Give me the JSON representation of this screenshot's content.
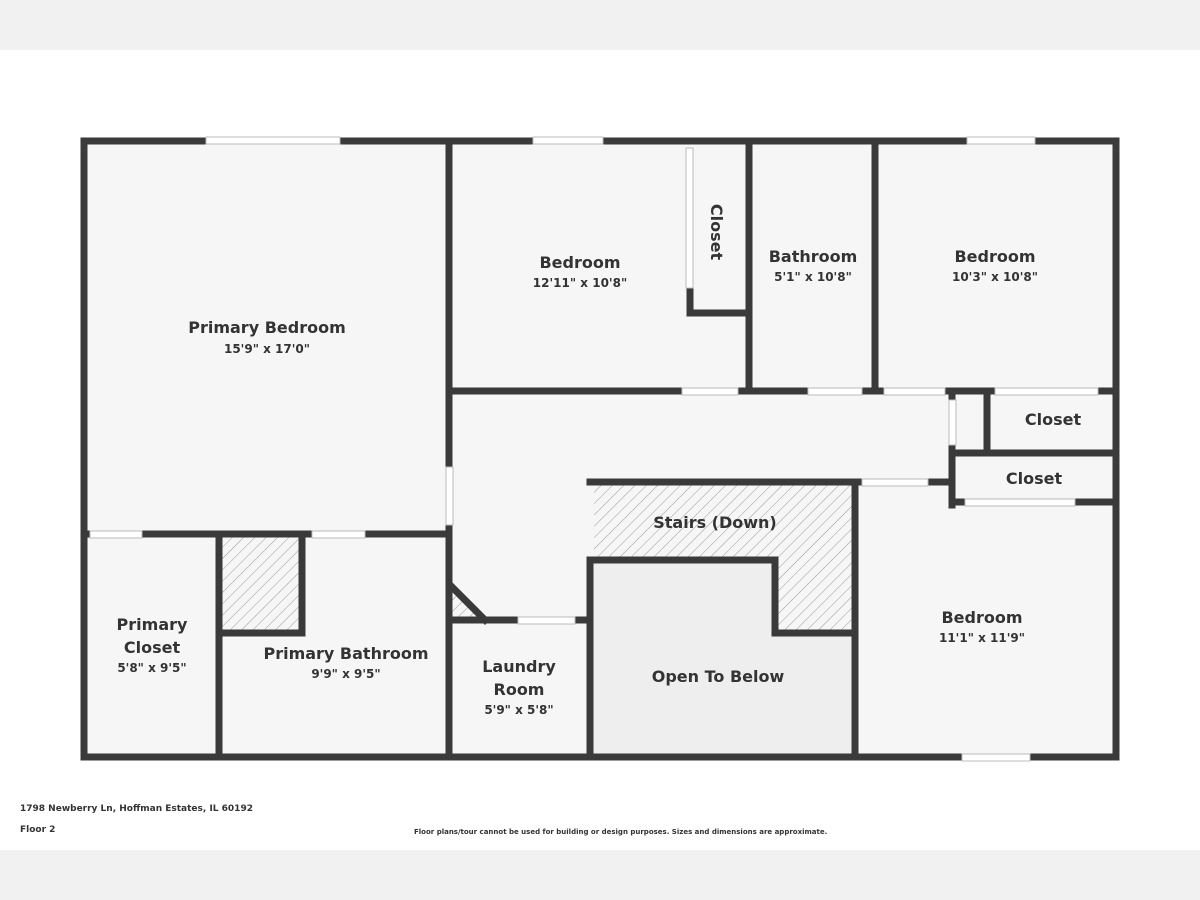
{
  "colors": {
    "wall": "#3a3a3a",
    "room": "#f6f6f6",
    "open": "#eeeeee"
  },
  "rooms": [
    {
      "name": "Primary Bedroom",
      "dims": "15'9\" x 17'0\""
    },
    {
      "name": "Bedroom",
      "dims": "12'11\" x 10'8\""
    },
    {
      "name": "Closet"
    },
    {
      "name": "Bathroom",
      "dims": "5'1\" x 10'8\""
    },
    {
      "name": "Bedroom",
      "dims": "10'3\" x 10'8\""
    },
    {
      "name": "Closet"
    },
    {
      "name": "Closet"
    },
    {
      "name": "Stairs (Down)"
    },
    {
      "name": "Primary Closet",
      "line1": "Primary",
      "line2": "Closet",
      "dims": "5'8\" x 9'5\""
    },
    {
      "name": "Primary Bathroom",
      "dims": "9'9\" x 9'5\""
    },
    {
      "name": "Laundry Room",
      "line1": "Laundry",
      "line2": "Room",
      "dims": "5'9\" x 5'8\""
    },
    {
      "name": "Open To Below"
    },
    {
      "name": "Bedroom",
      "dims": "11'1\" x 11'9\""
    }
  ],
  "footer": {
    "address": "1798 Newberry Ln, Hoffman Estates, IL 60192",
    "floor": "Floor 2",
    "disclaimer": "Floor plans/tour cannot be used for building or design purposes. Sizes and dimensions are approximate."
  }
}
